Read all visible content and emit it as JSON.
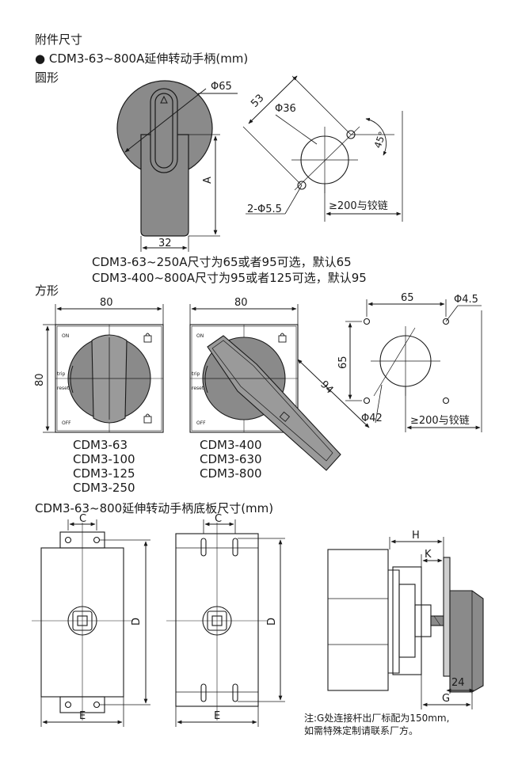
{
  "header": {
    "title": "附件尺寸",
    "bullet": "●",
    "subtitle": "CDM3-63~800A延伸转动手柄(mm)"
  },
  "round": {
    "section_label": "圆形",
    "dim_phi65": "Φ65",
    "dim_a": "A",
    "dim_32": "32",
    "dim_53": "53",
    "dim_phi36": "Φ36",
    "dim_45": "45°",
    "dim_holes": "2-Φ5.5",
    "dim_hinge": "≥200与铰链",
    "note_line1": "CDM3-63~250A尺寸为65或者95可选，默认65",
    "note_line2": "CDM3-400~800A尺寸为95或者125可选，默认95"
  },
  "square": {
    "section_label": "方形",
    "dim_80_a": "80",
    "dim_80_b": "80",
    "dim_80_side": "80",
    "dim_94": "94",
    "dim_65_top": "65",
    "dim_65_side": "65",
    "dim_phi45": "Φ4.5",
    "dim_phi42": "Φ42",
    "dim_hinge": "≥200与铰链",
    "label_on": "ON",
    "label_trip": "trip",
    "label_reset": "reset",
    "label_off": "OFF",
    "models_left": [
      "CDM3-63",
      "CDM3-100",
      "CDM3-125",
      "CDM3-250"
    ],
    "models_right": [
      "CDM3-400",
      "CDM3-630",
      "CDM3-800"
    ]
  },
  "base": {
    "title": "CDM3-63~800延伸转动手柄底板尺寸(mm)",
    "dim_c1": "C",
    "dim_c2": "C",
    "dim_d1": "D",
    "dim_d2": "D",
    "dim_e1": "E",
    "dim_e2": "E",
    "dim_h": "H",
    "dim_k": "K",
    "dim_24": "24",
    "dim_g": "G",
    "note_line1": "注:G处连接杆出厂标配为150mm,",
    "note_line2": "如需特殊定制请联系厂方。"
  },
  "colors": {
    "handle_gray": "#8a8a8a",
    "line": "#1a1a1a",
    "background": "#ffffff"
  }
}
